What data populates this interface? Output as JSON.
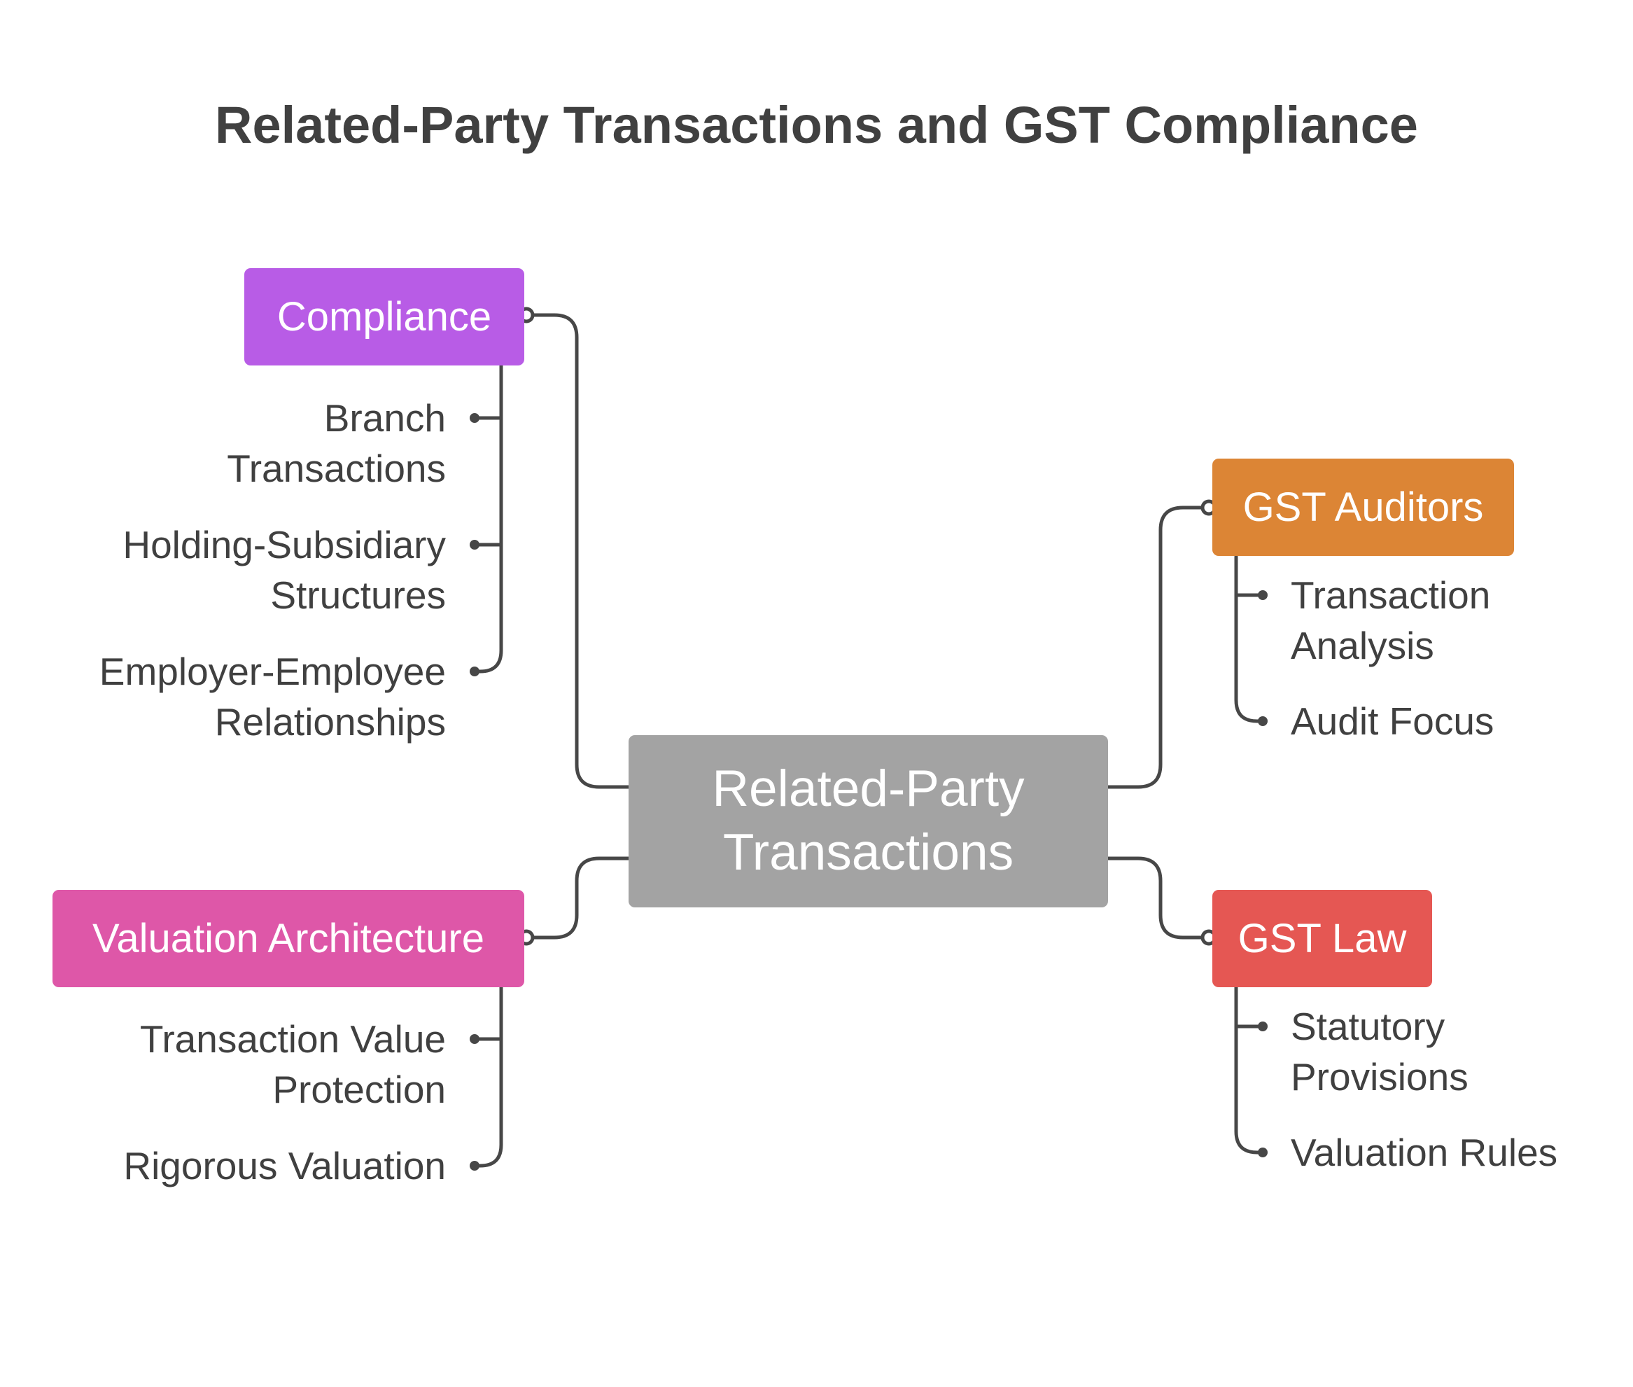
{
  "title": "Related-Party Transactions and GST Compliance",
  "colors": {
    "center": "#a3a3a3",
    "compliance": "#b85ce6",
    "valuation": "#de57a8",
    "auditors": "#dc8535",
    "law": "#e55753",
    "connector": "#474747",
    "text": "#404040"
  },
  "center": {
    "line1": "Related-Party",
    "line2": "Transactions"
  },
  "compliance": {
    "label": "Compliance",
    "items": [
      {
        "line1": "Branch",
        "line2": "Transactions"
      },
      {
        "line1": "Holding-Subsidiary",
        "line2": "Structures"
      },
      {
        "line1": "Employer-Employee",
        "line2": "Relationships"
      }
    ]
  },
  "valuation": {
    "label": "Valuation Architecture",
    "items": [
      {
        "line1": "Transaction Value",
        "line2": "Protection"
      },
      {
        "line1": "Rigorous Valuation"
      }
    ]
  },
  "auditors": {
    "label": "GST Auditors",
    "items": [
      {
        "line1": "Transaction",
        "line2": "Analysis"
      },
      {
        "line1": "Audit Focus"
      }
    ]
  },
  "law": {
    "label": "GST Law",
    "items": [
      {
        "line1": "Statutory",
        "line2": "Provisions"
      },
      {
        "line1": "Valuation Rules"
      }
    ]
  }
}
